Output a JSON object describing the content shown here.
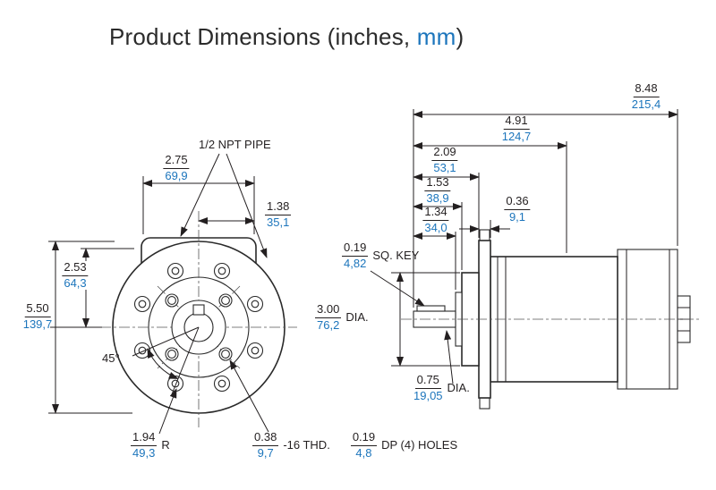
{
  "title": {
    "prefix": "Product Dimensions (inches, ",
    "mm": "mm",
    "suffix": ")"
  },
  "colors": {
    "accent_blue": "#1c75bc",
    "ink": "#231f20"
  },
  "labels": {
    "npt": "1/2 NPT PIPE",
    "sq_key": "SQ. KEY",
    "dia": "DIA.",
    "r": "R",
    "thd": "-16 THD.",
    "dp_holes": "DP (4) HOLES",
    "angle": "45°"
  },
  "dims": {
    "boss_width": {
      "in": "2.75",
      "mm": "69,9"
    },
    "boss_half": {
      "in": "1.38",
      "mm": "35,1"
    },
    "upper_height": {
      "in": "2.53",
      "mm": "64,3"
    },
    "total_height": {
      "in": "5.50",
      "mm": "139,7"
    },
    "bolt_radius": {
      "in": "1.94",
      "mm": "49,3"
    },
    "thread": {
      "in": "0.38",
      "mm": "9,7"
    },
    "depth": {
      "in": "0.19",
      "mm": "4,8"
    },
    "total_length": {
      "in": "8.48",
      "mm": "215,4"
    },
    "body_length": {
      "in": "4.91",
      "mm": "124,7"
    },
    "front_length": {
      "in": "2.09",
      "mm": "53,1"
    },
    "mid_length": {
      "in": "1.53",
      "mm": "38,9"
    },
    "flange_thick": {
      "in": "0.36",
      "mm": "9,1"
    },
    "shaft_length": {
      "in": "1.34",
      "mm": "34,0"
    },
    "key": {
      "in": "0.19",
      "mm": "4,82"
    },
    "body_dia": {
      "in": "3.00",
      "mm": "76,2"
    },
    "shaft_dia": {
      "in": "0.75",
      "mm": "19,05"
    }
  }
}
